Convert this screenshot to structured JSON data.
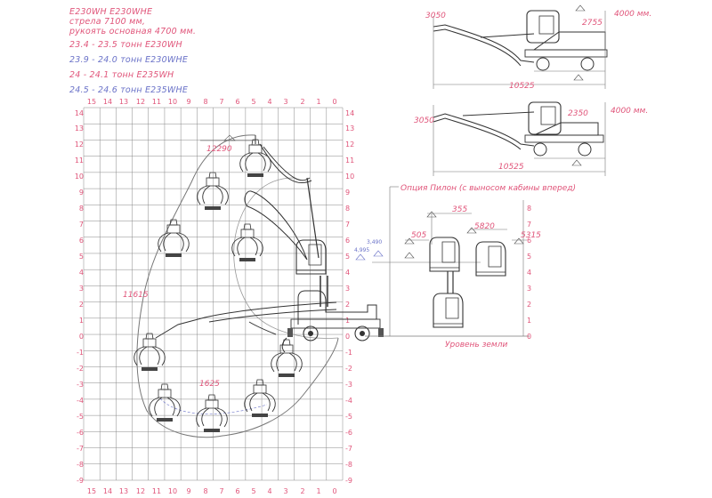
{
  "header": {
    "line1": "E230WH E230WHE",
    "line2": "стрела 7100 мм,",
    "line3": "рукоять основная 4700 мм.",
    "weight1": "23.4 - 23.5 тонн E230WH",
    "weight2": "23.9 - 24.0 тонн E230WHE",
    "weight3": "24 - 24.1 тонн E235WH",
    "weight4": "24.5 - 24.6 тонн E235WHE"
  },
  "grid": {
    "top_axis": [
      "15",
      "14",
      "13",
      "12",
      "11",
      "10",
      "9",
      "8",
      "7",
      "6",
      "5",
      "4",
      "3",
      "2",
      "1",
      "0"
    ],
    "bottom_axis": [
      "15",
      "14",
      "13",
      "12",
      "11",
      "10",
      "9",
      "8",
      "7",
      "6",
      "5",
      "4",
      "3",
      "2",
      "1",
      "0"
    ],
    "left_axis": [
      "14",
      "13",
      "12",
      "11",
      "10",
      "9",
      "8",
      "7",
      "6",
      "5",
      "4",
      "3",
      "2",
      "1",
      "0",
      "-1",
      "-2",
      "-3",
      "-4",
      "-5",
      "-6",
      "-7",
      "-8",
      "-9"
    ],
    "right_axis": [
      "14",
      "13",
      "12",
      "11",
      "10",
      "9",
      "8",
      "7",
      "6",
      "5",
      "4",
      "3",
      "2",
      "1",
      "0",
      "-1",
      "-2",
      "-3",
      "-4",
      "-5",
      "-6",
      "-7",
      "-8",
      "-9"
    ]
  },
  "dimensions": {
    "reach_high": "12290",
    "reach_mid": "11615",
    "depth": "1625",
    "top_left": "3050",
    "top_height": "2755",
    "top_length": "10525",
    "top_tail": "4000 мм.",
    "mid_left": "3050",
    "mid_height": "2350",
    "mid_length": "10525",
    "mid_tail": "4000 мм.",
    "cab_a": "4,995",
    "cab_b": "3,490",
    "pylon_1": "355",
    "pylon_2": "505",
    "pylon_3": "5820",
    "pylon_4": "5315"
  },
  "pylon_scale": [
    "8",
    "7",
    "6",
    "5",
    "4",
    "3",
    "2",
    "1",
    "0"
  ],
  "labels": {
    "pylon_option": "Опция  Пилон (с выносом кабины вперед)",
    "ground_level": "Уровень земли"
  },
  "colors": {
    "grid": "#888888",
    "pink": "#e0557a",
    "blue": "#6a72c8",
    "line": "#333333"
  }
}
